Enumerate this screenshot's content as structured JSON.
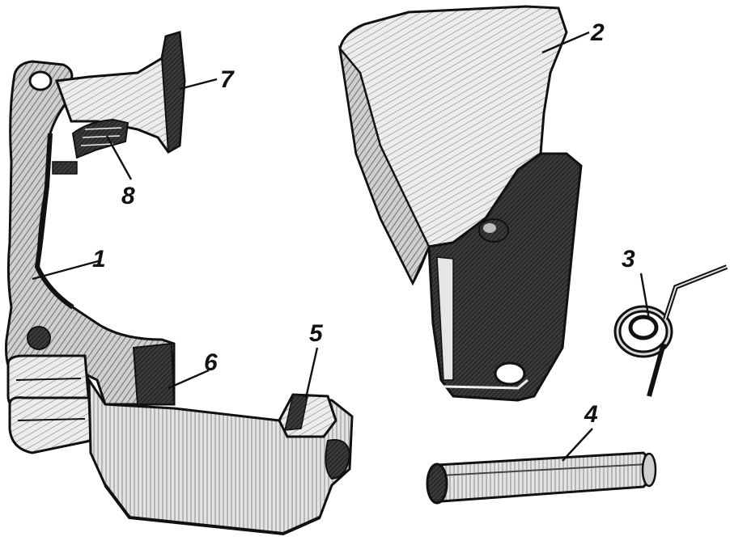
{
  "figure": {
    "colors": {
      "ink": "#111111",
      "shade": "#3a3a3a",
      "mid": "#8c8c8c",
      "light": "#d9d9d9",
      "paper": "#ffffff"
    },
    "callouts": [
      {
        "id": "c1",
        "number": "1"
      },
      {
        "id": "c2",
        "number": "2"
      },
      {
        "id": "c3",
        "number": "3"
      },
      {
        "id": "c4",
        "number": "4"
      },
      {
        "id": "c5",
        "number": "5"
      },
      {
        "id": "c6",
        "number": "6"
      },
      {
        "id": "c7",
        "number": "7"
      },
      {
        "id": "c8",
        "number": "8"
      }
    ]
  }
}
